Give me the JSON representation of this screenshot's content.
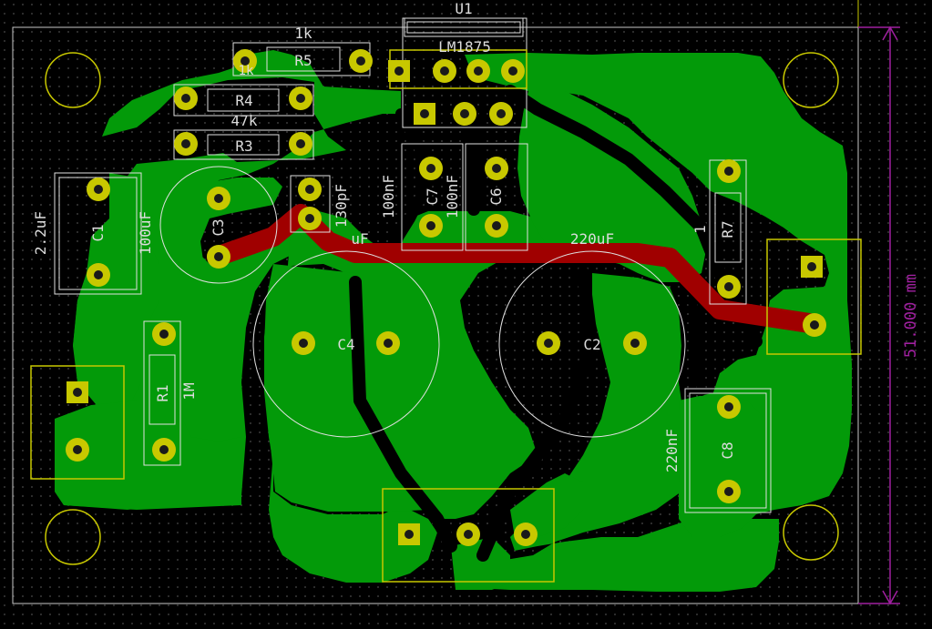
{
  "colors": {
    "background": "#000000",
    "grid_dot": "#4a4a4a",
    "edge_cut": "#c8c8c8",
    "copper_bottom": "#039a09",
    "copper_top": "#a00000",
    "pad": "#c8c800",
    "pad_hole": "#1a1a1a",
    "silkscreen": "#e0e0e0",
    "courtyard": "#c8c800",
    "dimension": "#a020a0"
  },
  "dimension": {
    "label": "51.000 mm"
  },
  "components": [
    {
      "ref": "U1",
      "value": "LM1875",
      "icon": "ic-to220-footprint"
    },
    {
      "ref": "R5",
      "value": "1k"
    },
    {
      "ref": "R4",
      "value": "47k",
      "extra": "1k"
    },
    {
      "ref": "R3"
    },
    {
      "ref": "C1",
      "value": "2.2uF",
      "extra": "100uF"
    },
    {
      "ref": "C3"
    },
    {
      "ref": "130pF"
    },
    {
      "ref": "C7",
      "value": "100nF"
    },
    {
      "ref": "C6",
      "value": "100nF"
    },
    {
      "ref": "C4",
      "value": "uF"
    },
    {
      "ref": "C2",
      "value": "220uF"
    },
    {
      "ref": "R7",
      "value": "1"
    },
    {
      "ref": "R1",
      "value": "1M"
    },
    {
      "ref": "C8",
      "value": "220nF"
    }
  ]
}
